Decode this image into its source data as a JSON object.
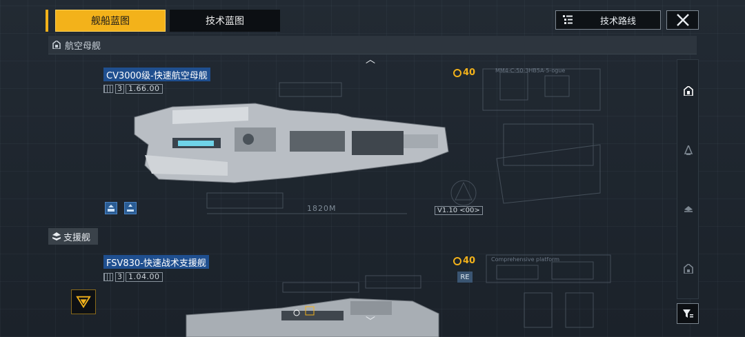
{
  "tabs": {
    "ship_blueprint": "舰船蓝图",
    "tech_blueprint": "技术蓝图"
  },
  "toolbar": {
    "roadmap_label": "技术路线",
    "roadmap_icon": "list-tree-icon",
    "close_icon": "close-icon"
  },
  "categories": {
    "carrier": "航空母舰",
    "support": "支援舰"
  },
  "ships": [
    {
      "name": "CV3000级-快速航空母舰",
      "tier": "3",
      "version": "1.66.00",
      "cost": "40",
      "dimension": "1820M",
      "model_version": "V1.10 <00>"
    },
    {
      "name": "FSV830-快速战术支援舰",
      "tier": "3",
      "version": "1.04.00",
      "cost": "40",
      "tag": "RE"
    }
  ],
  "blueprint_notes": {
    "top_caption": "MM4-C-50-3HB5A-5-ogue",
    "support_caption": "Comprehensive platform"
  },
  "colors": {
    "accent": "#f3b21a",
    "name_bg": "#1f4f8f",
    "background": "#1f262e"
  }
}
